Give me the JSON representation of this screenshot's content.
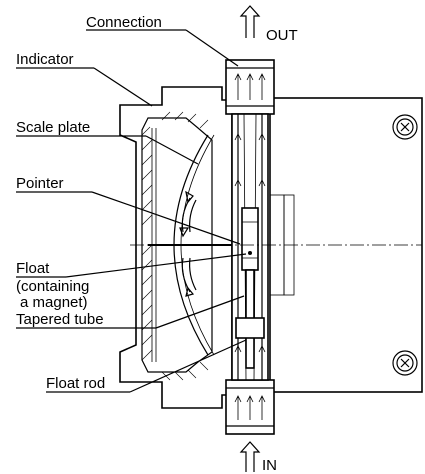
{
  "labels": {
    "connection": "Connection",
    "indicator": "Indicator",
    "scale_plate": "Scale plate",
    "pointer": "Pointer",
    "float_line1": "Float",
    "float_line2": "(containing",
    "float_line3": "a magnet)",
    "tapered_tube": "Tapered tube",
    "float_rod": "Float rod",
    "out": "OUT",
    "in": "IN"
  }
}
